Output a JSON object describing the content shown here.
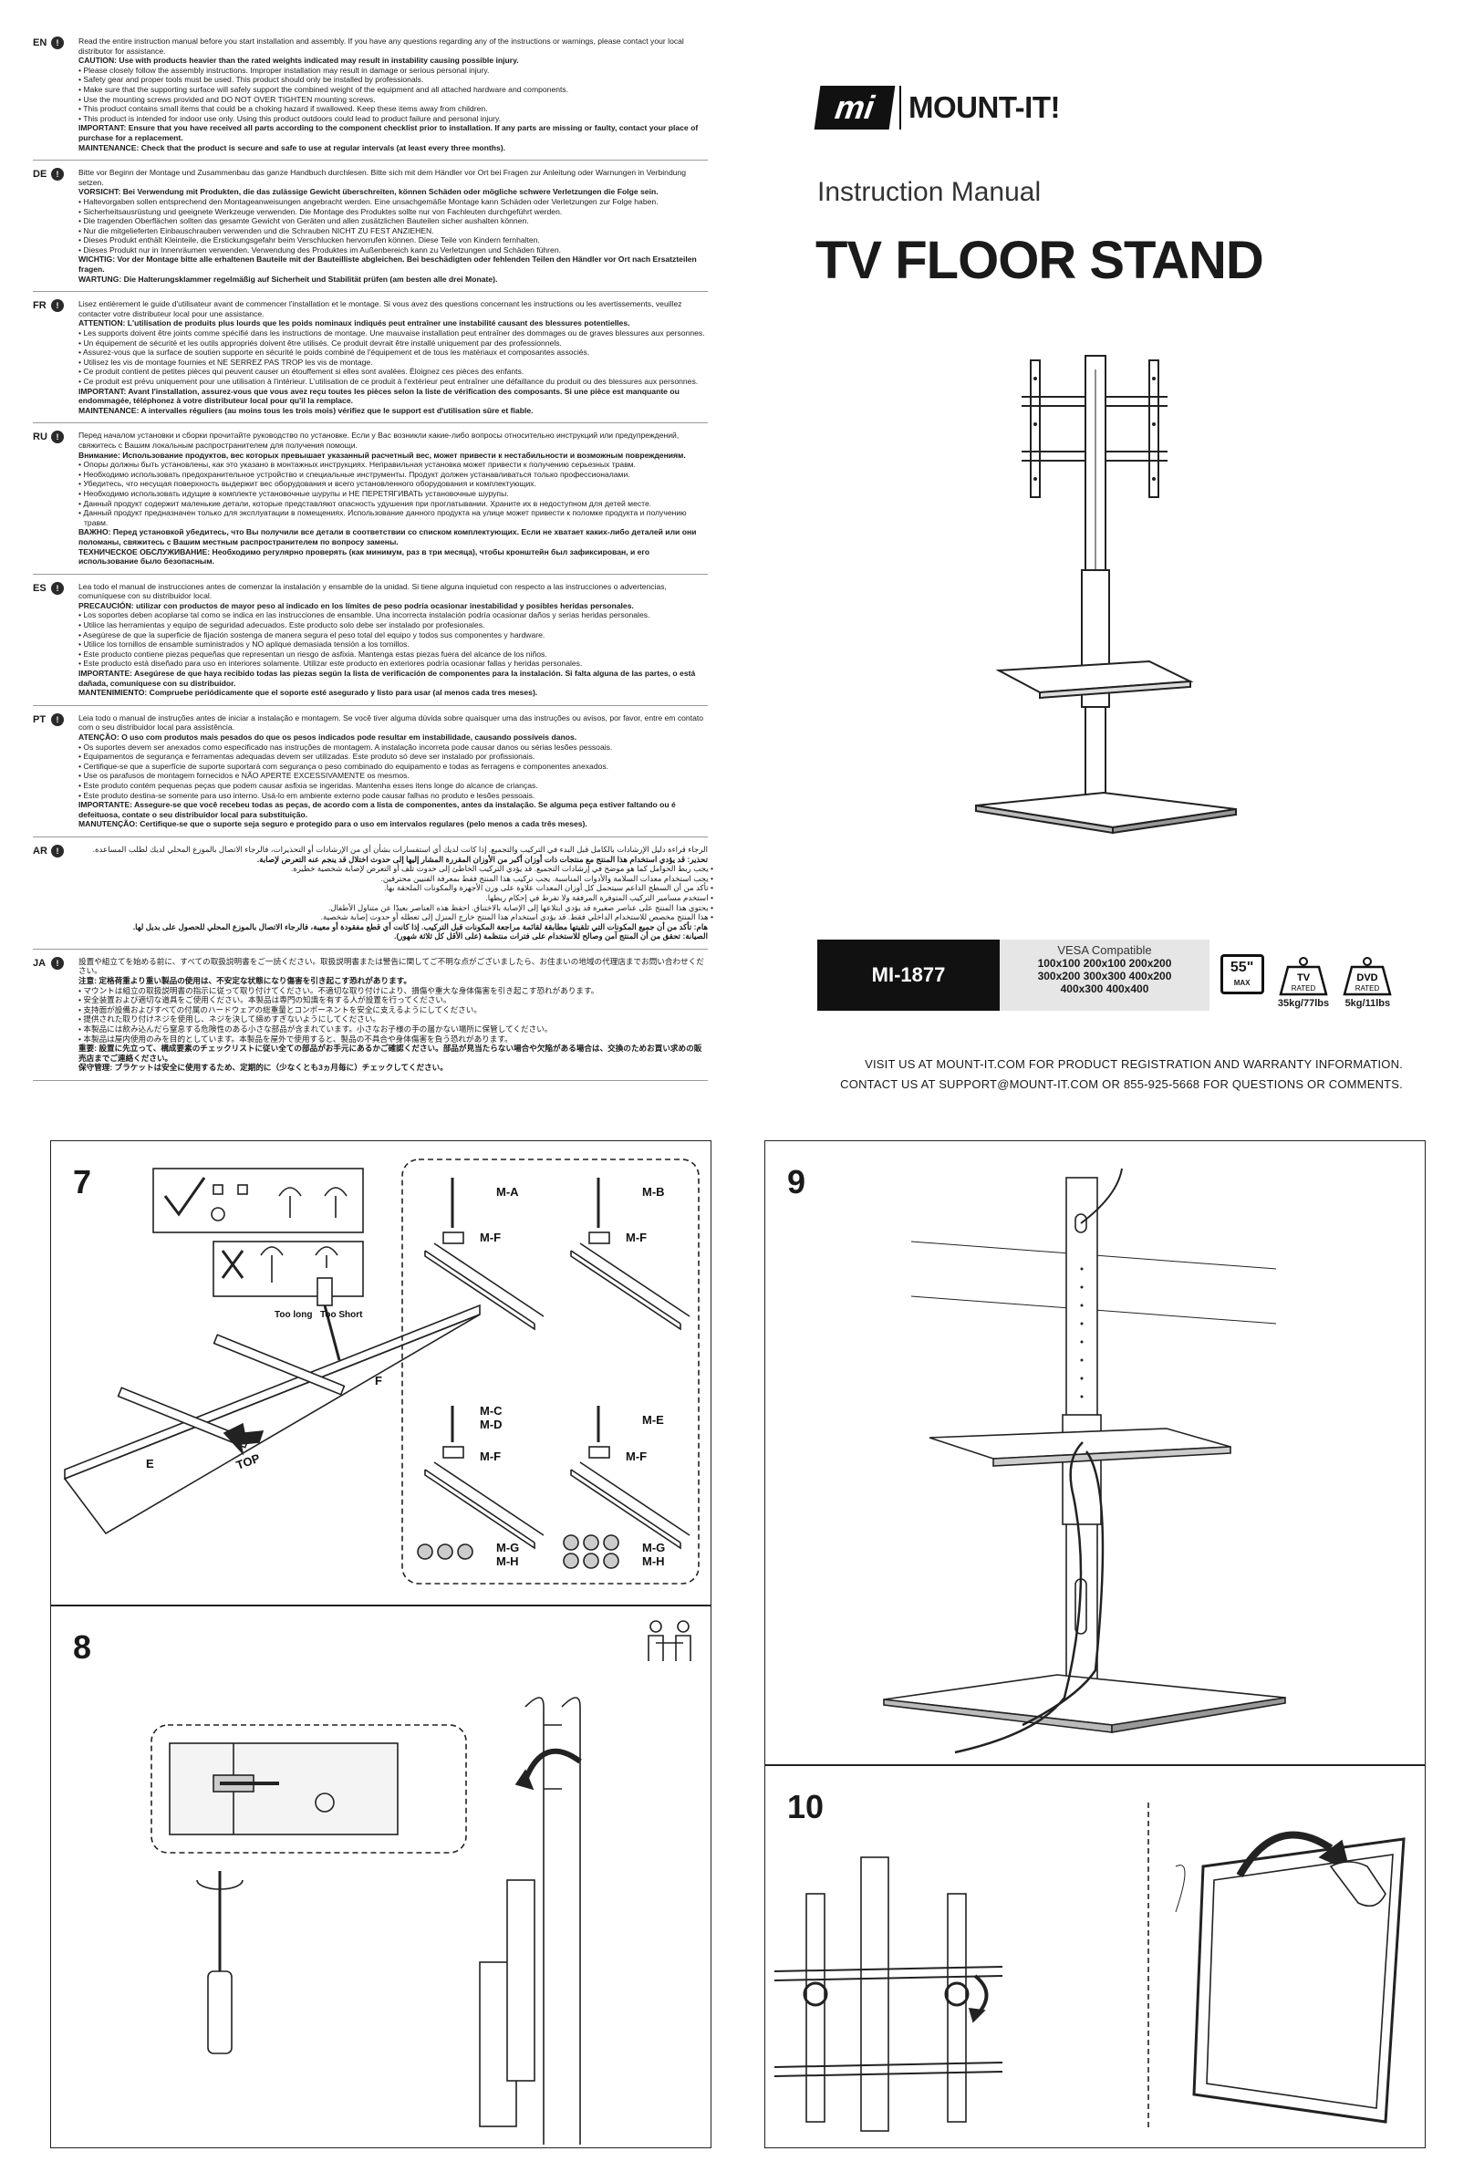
{
  "warnings": [
    {
      "code": "EN",
      "rtl": false,
      "lines": [
        {
          "t": "Read the entire instruction manual before you start installation and assembly. If you have any questions regarding any of the instructions or warnings, please contact your local distributor for assistance."
        },
        {
          "t": "CAUTION: Use with products heavier than the rated weights indicated may result in instability causing possible injury.",
          "b": true
        },
        {
          "t": "• Please closely follow the assembly instructions. Improper installation may result in damage or serious personal injury."
        },
        {
          "t": "• Safety gear and proper tools must be used. This product should only be installed by professionals."
        },
        {
          "t": "• Make sure that the supporting surface will safely support the combined weight of the equipment and all attached hardware and components."
        },
        {
          "t": "• Use the mounting screws provided and DO NOT OVER TIGHTEN mounting screws."
        },
        {
          "t": "• This product contains small items that could be a choking hazard if swallowed. Keep these items away from children."
        },
        {
          "t": "• This product is intended for indoor use only. Using this product outdoors could lead to product failure and personal injury."
        },
        {
          "t": "IMPORTANT: Ensure that you have received all parts according to the component checklist prior to installation. If any parts are missing or faulty, contact your place of purchase for a replacement.",
          "b": true
        },
        {
          "t": "MAINTENANCE: Check that the product is secure and safe to use at regular intervals (at least every three months).",
          "b": true
        }
      ]
    },
    {
      "code": "DE",
      "rtl": false,
      "lines": [
        {
          "t": "Bitte vor Beginn der Montage und Zusammenbau das ganze Handbuch durchlesen. Bitte sich mit dem Händler vor Ort bei Fragen zur Anleitung oder Warnungen in Verbindung setzen."
        },
        {
          "t": "VORSICHT: Bei Verwendung mit Produkten, die das zulässige Gewicht überschreiten, können Schäden oder mögliche schwere Verletzungen die Folge sein.",
          "b": true
        },
        {
          "t": "• Haltevorgaben sollen entsprechend den Montageanweisungen angebracht werden. Eine unsachgemäße Montage kann Schäden oder Verletzungen zur Folge haben."
        },
        {
          "t": "• Sicherheitsausrüstung und geeignete Werkzeuge verwenden. Die Montage des Produktes sollte nur von Fachleuten durchgeführt werden."
        },
        {
          "t": "• Die tragenden Oberflächen sollten das gesamte Gewicht von Geräten und allen zusätzlichen Bauteilen sicher aushalten können."
        },
        {
          "t": "• Nur die mitgelieferten Einbauschrauben verwenden und die Schrauben NICHT ZU FEST ANZIEHEN."
        },
        {
          "t": "• Dieses Produkt enthält Kleinteile, die Erstickungsgefahr beim Verschlucken hervorrufen können. Diese Teile von Kindern fernhalten."
        },
        {
          "t": "• Dieses Produkt nur in Innenräumen verwenden. Verwendung des Produktes im Außenbereich kann zu Verletzungen und Schäden führen."
        },
        {
          "t": "WICHTIG: Vor der Montage bitte alle erhaltenen Bauteile mit der Bauteilliste abgleichen. Bei beschädigten oder fehlenden Teilen den Händler vor Ort nach Ersatzteilen fragen.",
          "b": true
        },
        {
          "t": "WARTUNG: Die Halterungsklammer regelmäßig auf Sicherheit und Stabilität prüfen (am besten alle drei Monate).",
          "b": true
        }
      ]
    },
    {
      "code": "FR",
      "rtl": false,
      "lines": [
        {
          "t": "Lisez entièrement le guide d'utilisateur avant de commencer l'installation et le montage. Si vous avez des questions concernant les instructions ou les avertissements, veuillez contacter votre distributeur local pour une assistance."
        },
        {
          "t": "ATTENTION: L'utilisation de produits plus lourds que les poids nominaux indiqués peut entraîner une instabilité causant des blessures potentielles.",
          "b": true
        },
        {
          "t": "• Les supports doivent être joints comme spécifié dans les instructions de montage. Une mauvaise installation peut entraîner des dommages ou de graves blessures aux personnes."
        },
        {
          "t": "• Un équipement de sécurité et les outils appropriés doivent être utilisés. Ce produit devrait être installé uniquement par des professionnels."
        },
        {
          "t": "• Assurez-vous que la surface de soutien supporte en sécurité le poids combiné de l'équipement et de tous les matériaux et composantes associés."
        },
        {
          "t": "• Utilisez les vis de montage fournies et NE SERREZ PAS TROP les vis de montage."
        },
        {
          "t": "• Ce produit contient de petites pièces qui peuvent causer un étouffement si elles sont avalées. Éloignez ces pièces des enfants."
        },
        {
          "t": "• Ce produit est prévu uniquement pour une utilisation à l'intérieur. L'utilisation de ce produit à l'extérieur peut entraîner une défaillance du produit ou des blessures aux personnes."
        },
        {
          "t": "IMPORTANT: Avant l'installation, assurez-vous que vous avez reçu toutes les pièces selon la liste de vérification des composants. Si une pièce est manquante ou endommagée, téléphonez à votre distributeur local pour qu'il la remplace.",
          "b": true
        },
        {
          "t": "MAINTENANCE: A intervalles réguliers (au moins tous les trois mois) vérifiez que le support est d'utilisation sûre et fiable.",
          "b": true
        }
      ]
    },
    {
      "code": "RU",
      "rtl": false,
      "lines": [
        {
          "t": "Перед началом установки и сборки прочитайте руководство по установке. Если у Вас возникли какие-либо вопросы относительно инструкций или предупреждений, свяжитесь с Вашим локальным распространителем для получения помощи."
        },
        {
          "t": "Внимание: Использование продуктов, вес которых превышает указанный расчетный вес, может привести к нестабильности и возможным повреждениям.",
          "b": true
        },
        {
          "t": "• Опоры должны быть установлены, как это указано в монтажных инструкциях. Неправильная установка может привести к получению серьезных травм."
        },
        {
          "t": "• Необходимо использовать предохранительное устройство и специальные инструменты. Продукт должен устанавливаться только профессионалами."
        },
        {
          "t": "• Убедитесь, что несущая поверхность выдержит вес оборудования и всего установленного оборудования и комплектующих."
        },
        {
          "t": "• Необходимо использовать идущие в комплекте установочные шурупы и НЕ ПЕРЕТЯГИВАТЬ установочные шурупы."
        },
        {
          "t": "• Данный продукт содержит маленькие детали, которые представляют опасность удушения при проглатывании. Храните их в недоступном для детей месте."
        },
        {
          "t": "• Данный продукт предназначен только для эксплуатации в помещениях. Использование данного продукта на улице может привести к поломке продукта и получению травм."
        },
        {
          "t": "ВАЖНО: Перед установкой убедитесь, что Вы получили все детали в соответствии со списком комплектующих. Если не хватает каких-либо деталей или они поломаны, свяжитесь с Вашим местным распространителем по вопросу замены.",
          "b": true
        },
        {
          "t": "ТЕХНИЧЕСКОЕ ОБСЛУЖИВАНИЕ: Необходимо регулярно проверять (как минимум, раз в три месяца), чтобы кронштейн был зафиксирован, и его использование было безопасным.",
          "b": true
        }
      ]
    },
    {
      "code": "ES",
      "rtl": false,
      "lines": [
        {
          "t": "Lea todo el manual de instrucciones antes de comenzar la instalación y ensamble de la unidad. Si tiene alguna inquietud con respecto a las instrucciones o advertencias, comuníquese con su distribuidor local."
        },
        {
          "t": "PRECAUCIÓN: utilizar con productos de mayor peso al indicado en los límites de peso podría ocasionar inestabilidad y posibles heridas personales.",
          "b": true
        },
        {
          "t": "• Los soportes deben acoplarse tal como se indica en las instrucciones de ensamble. Una incorrecta instalación podría ocasionar daños y serias heridas personales."
        },
        {
          "t": "• Utilice las herramientas y equipo de seguridad adecuados. Este producto solo debe ser instalado por profesionales."
        },
        {
          "t": "• Asegúrese de que la superficie de fijación sostenga de manera segura el peso total del equipo y todos sus componentes y hardware."
        },
        {
          "t": "• Utilice los tornillos de ensamble suministrados y NO aplique demasiada tensión a los tornillos."
        },
        {
          "t": "• Este producto contiene piezas pequeñas que representan un riesgo de asfixia. Mantenga estas piezas fuera del alcance de los niños."
        },
        {
          "t": "• Este producto está diseñado para uso en interiores solamente. Utilizar este producto en exteriores podría ocasionar fallas y heridas personales."
        },
        {
          "t": "IMPORTANTE: Asegúrese de que haya recibido todas las piezas según la lista de verificación de componentes para la instalación. Si falta alguna de las partes, o está dañada, comuníquese con su distribuidor.",
          "b": true
        },
        {
          "t": "MANTENIMIENTO: Compruebe periódicamente que el soporte esté asegurado y listo para usar (al menos cada tres meses).",
          "b": true
        }
      ]
    },
    {
      "code": "PT",
      "rtl": false,
      "lines": [
        {
          "t": "Leia todo o manual de instruções antes de iniciar a instalação e montagem. Se você tiver alguma dúvida sobre quaisquer uma das instruções ou avisos, por favor, entre em contato com o seu distribuidor local para assistência."
        },
        {
          "t": "ATENÇÃO: O uso com produtos mais pesados do que os pesos indicados pode resultar em instabilidade, causando possíveis danos.",
          "b": true
        },
        {
          "t": "• Os suportes devem ser anexados como especificado nas instruções de montagem. A instalação incorreta pode causar danos ou sérias lesões pessoais."
        },
        {
          "t": "• Equipamentos de segurança e ferramentas adequadas devem ser utilizadas. Este produto só deve ser instalado por profissionais."
        },
        {
          "t": "• Certifique-se que a superfície de suporte suportará com segurança o peso combinado do equipamento e todas as ferragens e componentes anexados."
        },
        {
          "t": "• Use os parafusos de montagem fornecidos e NÃO APERTE EXCESSIVAMENTE os mesmos."
        },
        {
          "t": "• Este produto contém pequenas peças que podem causar asfixia se ingeridas. Mantenha esses itens longe do alcance de crianças."
        },
        {
          "t": "• Este produto destina-se somente para uso interno. Usá-lo em ambiente externo pode causar falhas no produto e lesões pessoais."
        },
        {
          "t": "IMPORTANTE: Assegure-se que você recebeu todas as peças, de acordo com a lista de componentes, antes da instalação. Se alguma peça estiver faltando ou é defeituosa, contate o seu distribuidor local para substituição.",
          "b": true
        },
        {
          "t": "MANUTENÇÃO: Certifique-se que o suporte seja seguro e protegido para o uso em intervalos regulares (pelo menos a cada três meses).",
          "b": true
        }
      ]
    },
    {
      "code": "AR",
      "rtl": true,
      "lines": [
        {
          "t": "الرجاء قراءة دليل الإرشادات بالكامل قبل البدء في التركيب والتجميع. إذا كانت لديك أي استفسارات بشأن أي من الإرشادات أو التحذيرات، فالرجاء الاتصال بالموزع المحلي لديك لطلب المساعدة."
        },
        {
          "t": "تحذير: قد يؤدي استخدام هذا المنتج مع منتجات ذات أوزان أكبر من الأوزان المقررة المشار إليها إلى حدوث اختلال قد ينجم عنه التعرض لإصابة.",
          "b": true
        },
        {
          "t": "• يجب ربط الحوامل كما هو موضح في إرشادات التجميع. قد يؤدي التركيب الخاطئ إلى حدوث تلف أو التعرض لإصابة شخصية خطيرة."
        },
        {
          "t": "• يجب استخدام معدات السلامة والأدوات المناسبة. يجب تركيب هذا المنتج فقط بمعرفة الفنيين محترفين."
        },
        {
          "t": "• تأكد من أن السطح الداعم سيتحمل كل أوزان المعدات علاوة على وزن الأجهزة والمكونات الملحقة بها."
        },
        {
          "t": "• استخدم مسامير التركيب المتوفرة المرفقة ولا تفرط في إحكام ربطها."
        },
        {
          "t": "• يحتوي هذا المنتج على عناصر صغيرة قد يؤدي ابتلاعها إلى الإصابة بالاختناق. احفظ هذه العناصر بعيدًا عن متناول الأطفال."
        },
        {
          "t": "• هذا المنتج مخصص للاستخدام الداخلي فقط. قد يؤدي استخدام هذا المنتج خارج المنزل إلى تعطله أو حدوث إصابة شخصية."
        },
        {
          "t": "هام: تأكد من أن جميع المكونات التي تلقيتها مطابقة لقائمة مراجعة المكونات قبل التركيب. إذا كانت أي قطع مفقودة أو معيبة، فالرجاء الاتصال بالموزع المحلي للحصول على بديل لها.",
          "b": true
        },
        {
          "t": "الصيانة: تحقق من أن المنتج آمن وصالح للاستخدام على فترات منتظمة (على الأقل كل ثلاثة شهور).",
          "b": true
        }
      ]
    },
    {
      "code": "JA",
      "rtl": false,
      "lines": [
        {
          "t": "設置や組立てを始める前に、すべての取扱説明書をご一読ください。取扱説明書または警告に関してご不明な点がございましたら、お住まいの地域の代理店までお問い合わせください。"
        },
        {
          "t": "注意: 定格荷重より重い製品の使用は、不安定な状態になり傷害を引き起こす恐れがあります。",
          "b": true
        },
        {
          "t": "• マウントは組立の取扱説明書の指示に従って取り付けてください。不適切な取り付けにより、損傷や重大な身体傷害を引き起こす恐れがあります。"
        },
        {
          "t": "• 安全装置および適切な道具をご使用ください。本製品は専門の知識を有する人が設置を行ってください。"
        },
        {
          "t": "• 支持面が設備およびすべての付属のハードウェアの総重量とコンポーネントを安全に支えるようにしてください。"
        },
        {
          "t": "• 提供された取り付けネジを使用し、ネジを決して締めすぎないようにしてください。"
        },
        {
          "t": "• 本製品には飲み込んだら窒息する危険性のある小さな部品が含まれています。小さなお子様の手の届かない場所に保管してください。"
        },
        {
          "t": "• 本製品は屋内使用のみを目的としています。本製品を屋外で使用すると、製品の不具合や身体傷害を負う恐れがあります。"
        },
        {
          "t": "重要: 設置に先立って、構成要素のチェックリストに従い全ての部品がお手元にあるかご確認ください。部品が見当たらない場合や欠陥がある場合は、交換のためお買い求めの販売店までご連絡ください。",
          "b": true
        },
        {
          "t": "保守管理: ブラケットは安全に使用するため、定期的に（少なくとも3ヵ月毎に）チェックしてください。",
          "b": true
        }
      ]
    }
  ],
  "brand": {
    "mark": "mi",
    "name": "MOUNT-IT!"
  },
  "cover": {
    "subtitle": "Instruction Manual",
    "title": "TV FLOOR STAND"
  },
  "spec": {
    "model": "MI-1877",
    "vesa_label": "VESA Compatible",
    "vesa_lines": [
      "100x100 200x100 200x200",
      "300x200 300x300 400x200",
      "400x300 400x400"
    ],
    "size_value": "55\"",
    "size_sub": "MAX",
    "tv_word": "TV",
    "dvd_word": "DVD",
    "rated_word": "RATED",
    "tv_weight": "35kg/77lbs",
    "dvd_weight": "5kg/11lbs"
  },
  "contact": {
    "line1": "VISIT US AT MOUNT-IT.COM FOR PRODUCT REGISTRATION AND WARRANTY INFORMATION.",
    "line2": "CONTACT US AT SUPPORT@MOUNT-IT.COM OR 855-925-5668 FOR QUESTIONS OR COMMENTS."
  },
  "steps": {
    "s7": {
      "number": "7",
      "too_long": "Too long",
      "too_short": "Too Short",
      "label_e": "E",
      "label_f": "F",
      "top": "TOP",
      "m_a": "M-A",
      "m_b": "M-B",
      "m_c": "M-C",
      "m_d": "M-D",
      "m_e": "M-E",
      "m_f": "M-F",
      "m_g": "M-G",
      "m_h": "M-H"
    },
    "s8": {
      "number": "8"
    },
    "s9": {
      "number": "9"
    },
    "s10": {
      "number": "10"
    }
  }
}
